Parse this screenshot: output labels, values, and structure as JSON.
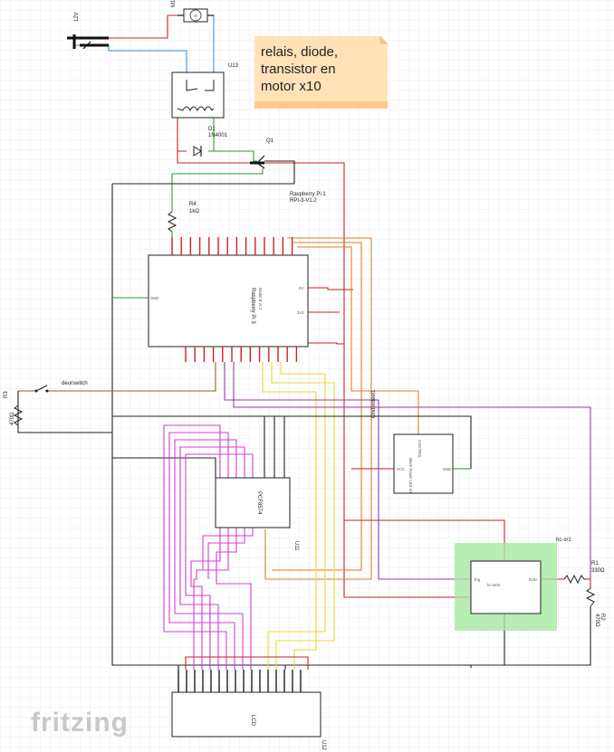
{
  "note": {
    "lines": [
      "relais, diode,",
      "transistor en",
      "motor x10"
    ]
  },
  "labels": {
    "v12": "12V",
    "m1": "M1",
    "m": "M",
    "u13": "U13",
    "d1": "D1",
    "d1_part": "1N4001",
    "q1": "Q1",
    "rpi_ref": "Raspberry Pi 1",
    "rpi_model": "RPI-3-V1.2",
    "r4": "R4",
    "r4_val": "1kΩ",
    "rpi_body": "Raspberry Pi 3",
    "rpi_body2": "Model B v1.2",
    "r3": "R3",
    "r3_val": "470Ω",
    "deurswitch": "deurswitch",
    "onderdeel": "Onderdeel1",
    "pcf": "PCF8574",
    "u11": "U11",
    "micro": "Micro Power LED Kit",
    "hcsr1": "hc-sr1",
    "hcsr04": "hc-sr04",
    "r1": "R1",
    "r1_val": "330Ω",
    "r2": "R2",
    "r2_val": "470Ω",
    "lcd": "LCD",
    "u12": "U12",
    "gnd": "GND",
    "v5": "5V",
    "v33": "3V3",
    "vcc": "VCC",
    "control": "CONTROL",
    "trig": "Trig",
    "echo": "Echo"
  },
  "branding": {
    "logo": "fritzing"
  },
  "colors": {
    "grid": "#d9dde8",
    "wire_red": "#cc2222",
    "wire_black": "#222222",
    "wire_blue": "#4a88d8",
    "wire_green": "#2e9e2e",
    "wire_orange": "#d9822b",
    "wire_magenta": "#d040d0",
    "wire_yellow": "#e8d829",
    "wire_purple": "#9a3a9a",
    "wire_brown": "#8a6a1a",
    "note_bg": "#ffd9a6",
    "hc_highlight": "#a6e8a0"
  }
}
